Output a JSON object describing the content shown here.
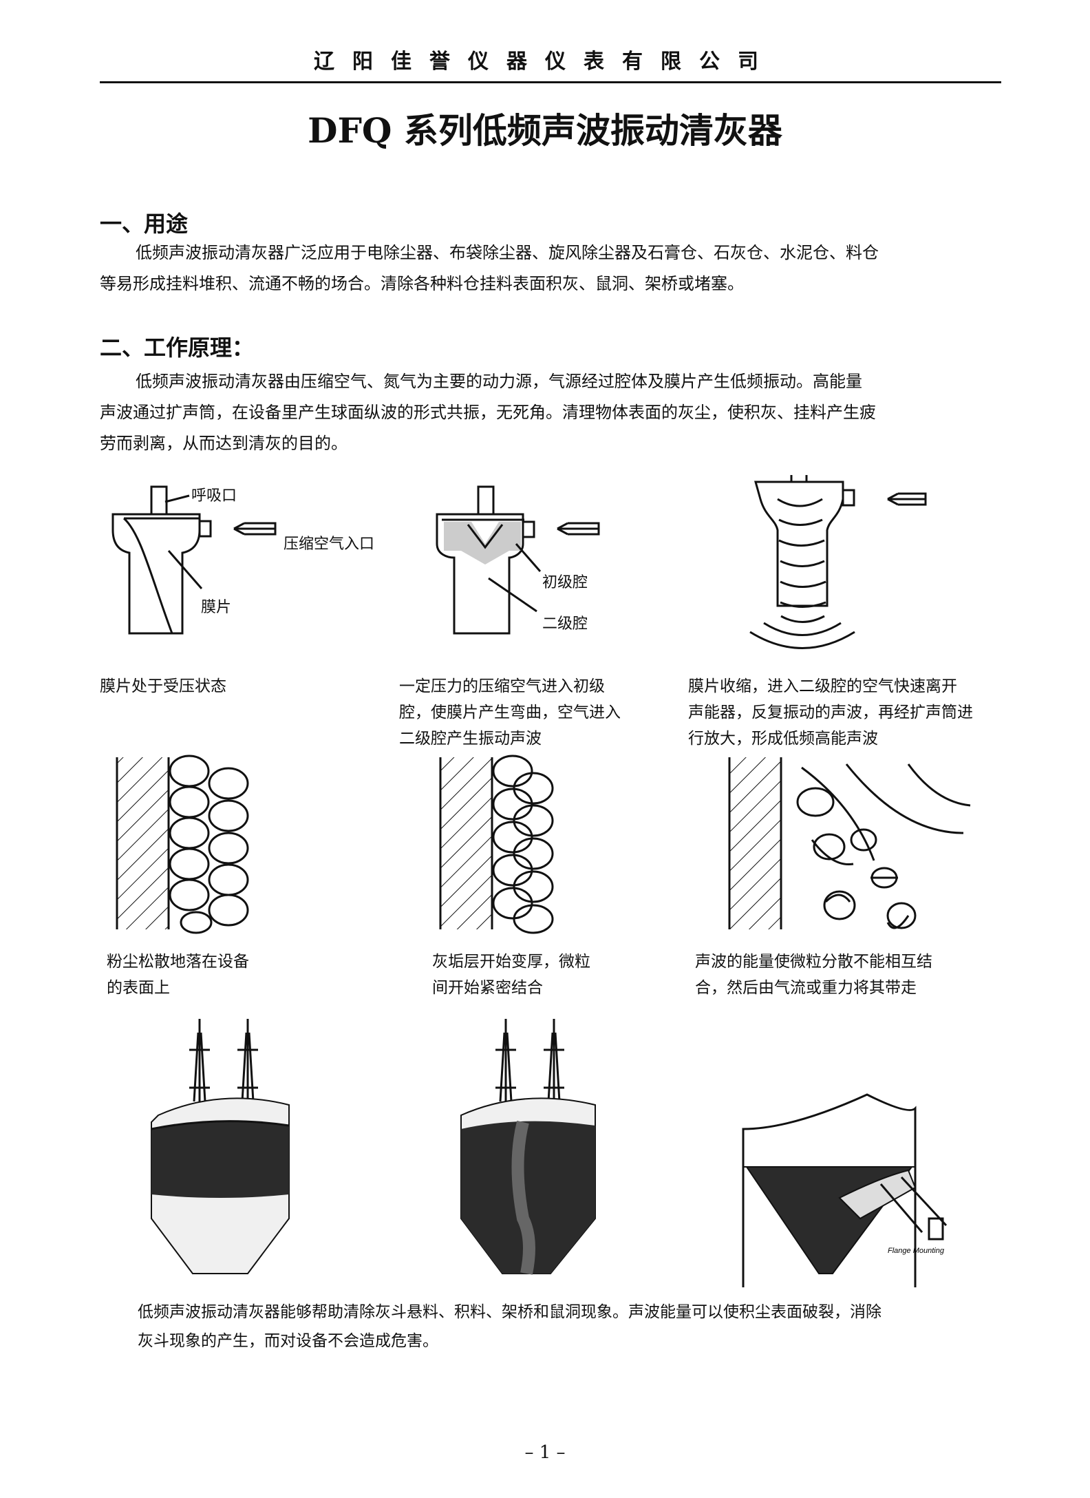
{
  "header": {
    "company": "辽阳佳誉仪器仪表有限公司"
  },
  "title": "DFQ 系列低频声波振动清灰器",
  "section1": {
    "heading": "一、用途",
    "lines": [
      "低频声波振动清灰器广泛应用于电除尘器、布袋除尘器、旋风除尘器及石膏仓、石灰仓、水泥仓、料仓",
      "等易形成挂料堆积、流通不畅的场合。清除各种料仓挂料表面积灰、鼠洞、架桥或堵塞。"
    ]
  },
  "section2": {
    "heading": "二、工作原理：",
    "lines": [
      "低频声波振动清灰器由压缩空气、氮气为主要的动力源，气源经过腔体及膜片产生低频振动。高能量",
      "声波通过扩声筒，在设备里产生球面纵波的形式共振，无死角。清理物体表面的灰尘，使积灰、挂料产生疲",
      "劳而剥离，从而达到清灰的目的。"
    ]
  },
  "diagram_labels": {
    "breath_port": "呼吸口",
    "air_inlet": "压缩空气入口",
    "membrane": "膜片",
    "primary_chamber": "初级腔",
    "secondary_chamber": "二级腔"
  },
  "captions_row1": [
    [
      "膜片处于受压状态"
    ],
    [
      "一定压力的压缩空气进入初级",
      "腔，使膜片产生弯曲，空气进入",
      "二级腔产生振动声波"
    ],
    [
      "膜片收缩，进入二级腔的空气快速离开",
      "声能器，反复振动的声波，再经扩声筒进",
      "行放大，形成低频高能声波"
    ]
  ],
  "captions_row2": [
    [
      "粉尘松散地落在设备",
      "的表面上"
    ],
    [
      "灰垢层开始变厚，微粒",
      "间开始紧密结合"
    ],
    [
      "声波的能量使微粒分散不能相互结",
      "合，然后由气流或重力将其带走"
    ]
  ],
  "hopper_tag": "Flange Mounting",
  "bottom_text": [
    "低频声波振动清灰器能够帮助清除灰斗悬料、积料、架桥和鼠洞现象。声波能量可以使积尘表面破裂，消除",
    "灰斗现象的产生，而对设备不会造成危害。"
  ],
  "page_number": "– 1 –"
}
